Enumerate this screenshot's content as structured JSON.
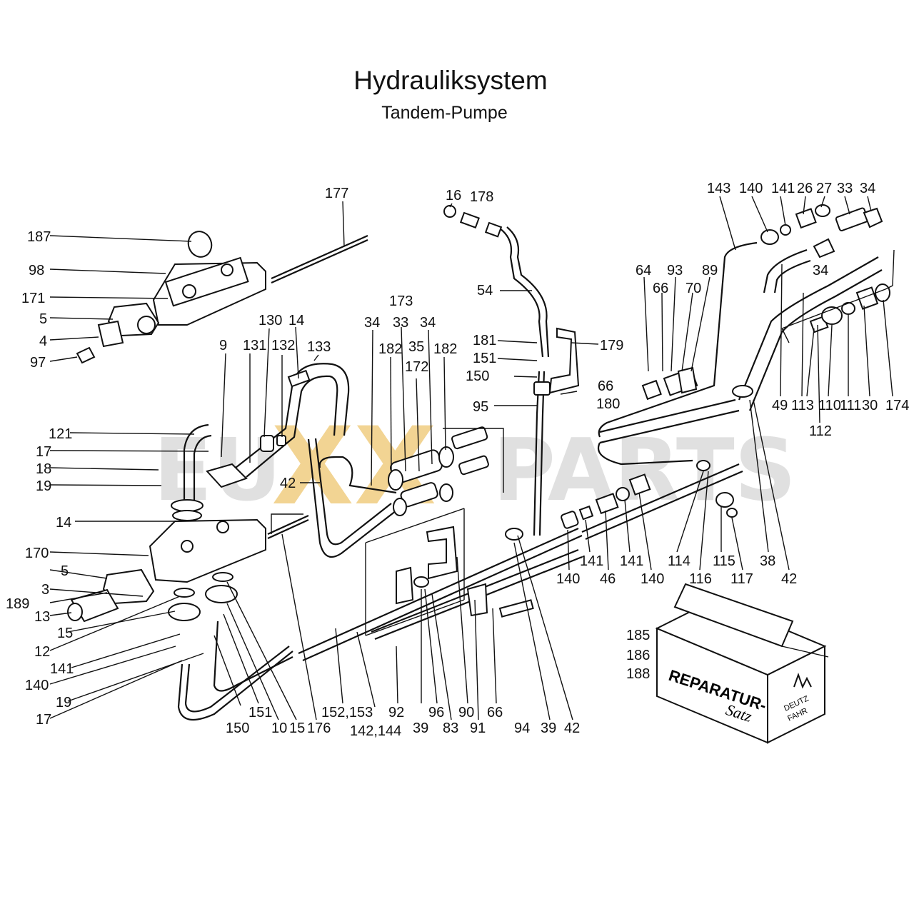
{
  "header": {
    "title": "Hydrauliksystem",
    "subtitle": "Tandem-Pumpe"
  },
  "watermark": {
    "left": "EU",
    "middle": "XX",
    "right": "PARTS",
    "gray": "#c8c8c8",
    "gold": "#e8b23c"
  },
  "repair_kit": {
    "line1": "REPARATUR-",
    "line2": "Satz",
    "logo_top": "DEUTZ",
    "logo_bottom": "FAHR",
    "part_numbers": [
      "185",
      "186",
      "188"
    ]
  },
  "callouts": [
    {
      "id": "c-187",
      "text": "187"
    },
    {
      "id": "c-98",
      "text": "98"
    },
    {
      "id": "c-171",
      "text": "171"
    },
    {
      "id": "c-5a",
      "text": "5"
    },
    {
      "id": "c-4",
      "text": "4"
    },
    {
      "id": "c-97",
      "text": "97"
    },
    {
      "id": "c-177",
      "text": "177"
    },
    {
      "id": "c-9",
      "text": "9"
    },
    {
      "id": "c-131",
      "text": "131"
    },
    {
      "id": "c-130",
      "text": "130"
    },
    {
      "id": "c-132",
      "text": "132"
    },
    {
      "id": "c-14a",
      "text": "14"
    },
    {
      "id": "c-133",
      "text": "133"
    },
    {
      "id": "c-121",
      "text": "121"
    },
    {
      "id": "c-17a",
      "text": "17"
    },
    {
      "id": "c-18",
      "text": "18"
    },
    {
      "id": "c-19a",
      "text": "19"
    },
    {
      "id": "c-14b",
      "text": "14"
    },
    {
      "id": "c-42a",
      "text": "42"
    },
    {
      "id": "c-170",
      "text": "170"
    },
    {
      "id": "c-5b",
      "text": "5"
    },
    {
      "id": "c-3",
      "text": "3"
    },
    {
      "id": "c-189",
      "text": "189"
    },
    {
      "id": "c-13",
      "text": "13"
    },
    {
      "id": "c-15a",
      "text": "15"
    },
    {
      "id": "c-12",
      "text": "12"
    },
    {
      "id": "c-141a",
      "text": "141"
    },
    {
      "id": "c-140a",
      "text": "140"
    },
    {
      "id": "c-19b",
      "text": "19"
    },
    {
      "id": "c-17b",
      "text": "17"
    },
    {
      "id": "c-150a",
      "text": "150"
    },
    {
      "id": "c-151a",
      "text": "151"
    },
    {
      "id": "c-10",
      "text": "10"
    },
    {
      "id": "c-15b",
      "text": "15"
    },
    {
      "id": "c-176",
      "text": "176"
    },
    {
      "id": "c-152",
      "text": "152,153"
    },
    {
      "id": "c-142",
      "text": "142,144"
    },
    {
      "id": "c-92",
      "text": "92"
    },
    {
      "id": "c-39a",
      "text": "39"
    },
    {
      "id": "c-96",
      "text": "96"
    },
    {
      "id": "c-83",
      "text": "83"
    },
    {
      "id": "c-90",
      "text": "90"
    },
    {
      "id": "c-91",
      "text": "91"
    },
    {
      "id": "c-66a",
      "text": "66"
    },
    {
      "id": "c-94",
      "text": "94"
    },
    {
      "id": "c-39b",
      "text": "39"
    },
    {
      "id": "c-42b",
      "text": "42"
    },
    {
      "id": "c-34a",
      "text": "34"
    },
    {
      "id": "c-182a",
      "text": "182"
    },
    {
      "id": "c-173",
      "text": "173"
    },
    {
      "id": "c-33a",
      "text": "33"
    },
    {
      "id": "c-35",
      "text": "35"
    },
    {
      "id": "c-172",
      "text": "172"
    },
    {
      "id": "c-34b",
      "text": "34"
    },
    {
      "id": "c-182b",
      "text": "182"
    },
    {
      "id": "c-16",
      "text": "16"
    },
    {
      "id": "c-178",
      "text": "178"
    },
    {
      "id": "c-54",
      "text": "54"
    },
    {
      "id": "c-181",
      "text": "181"
    },
    {
      "id": "c-151b",
      "text": "151"
    },
    {
      "id": "c-150b",
      "text": "150"
    },
    {
      "id": "c-95",
      "text": "95"
    },
    {
      "id": "c-179",
      "text": "179"
    },
    {
      "id": "c-66b",
      "text": "66"
    },
    {
      "id": "c-180",
      "text": "180"
    },
    {
      "id": "c-64",
      "text": "64"
    },
    {
      "id": "c-66c",
      "text": "66"
    },
    {
      "id": "c-93",
      "text": "93"
    },
    {
      "id": "c-70",
      "text": "70"
    },
    {
      "id": "c-89",
      "text": "89"
    },
    {
      "id": "c-143",
      "text": "143"
    },
    {
      "id": "c-140b",
      "text": "140"
    },
    {
      "id": "c-141b",
      "text": "141"
    },
    {
      "id": "c-26",
      "text": "26"
    },
    {
      "id": "c-27",
      "text": "27"
    },
    {
      "id": "c-33b",
      "text": "33"
    },
    {
      "id": "c-34c",
      "text": "34"
    },
    {
      "id": "c-34d",
      "text": "34"
    },
    {
      "id": "c-49",
      "text": "49"
    },
    {
      "id": "c-113",
      "text": "113"
    },
    {
      "id": "c-110",
      "text": "110"
    },
    {
      "id": "c-111",
      "text": "111"
    },
    {
      "id": "c-30",
      "text": "30"
    },
    {
      "id": "c-174",
      "text": "174"
    },
    {
      "id": "c-112",
      "text": "112"
    },
    {
      "id": "c-140c",
      "text": "140"
    },
    {
      "id": "c-141c",
      "text": "141"
    },
    {
      "id": "c-46",
      "text": "46"
    },
    {
      "id": "c-141d",
      "text": "141"
    },
    {
      "id": "c-140d",
      "text": "140"
    },
    {
      "id": "c-114",
      "text": "114"
    },
    {
      "id": "c-116",
      "text": "116"
    },
    {
      "id": "c-115",
      "text": "115"
    },
    {
      "id": "c-117",
      "text": "117"
    },
    {
      "id": "c-38",
      "text": "38"
    },
    {
      "id": "c-42c",
      "text": "42"
    }
  ]
}
